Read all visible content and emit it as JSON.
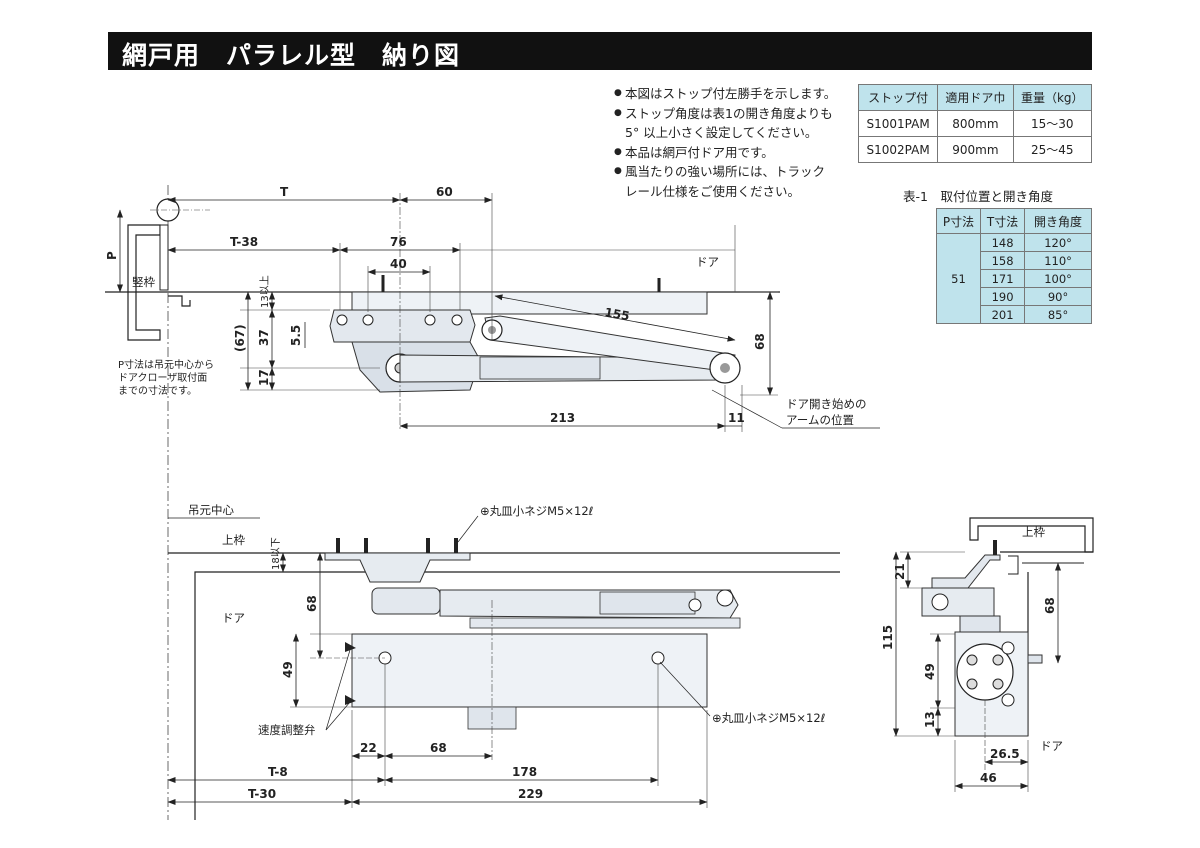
{
  "title": "網戸用　パラレル型　納り図",
  "notes": [
    "本図はストップ付左勝手を示します。",
    "ストップ角度は表1の開き角度よりも",
    "5° 以上小さく設定してください。",
    "本品は網戸付ドア用です。",
    "風当たりの強い場所には、トラック",
    "レール仕様をご使用ください。"
  ],
  "spec_table": {
    "headers": [
      "ストップ付",
      "適用ドア巾",
      "重量（kg）"
    ],
    "rows": [
      [
        "S1001PAM",
        "800mm",
        "15〜30"
      ],
      [
        "S1002PAM",
        "900mm",
        "25〜45"
      ]
    ]
  },
  "angle_table": {
    "caption": "表-1　取付位置と開き角度",
    "headers": [
      "P寸法",
      "T寸法",
      "開き角度"
    ],
    "p_value": "51",
    "rows": [
      [
        "148",
        "120°"
      ],
      [
        "158",
        "110°"
      ],
      [
        "171",
        "100°"
      ],
      [
        "190",
        "90°"
      ],
      [
        "201",
        "85°"
      ]
    ]
  },
  "top_view": {
    "dims": {
      "T": "T",
      "d60": "60",
      "T38": "T-38",
      "d76": "76",
      "d40": "40",
      "P": "P",
      "d13": "13以上",
      "d67": "(67)",
      "d37": "37",
      "d55": "5.5",
      "d17": "17",
      "d155": "155",
      "d68": "68",
      "d213": "213",
      "d11": "11"
    },
    "labels": {
      "frame": "竪枠",
      "door": "ドア",
      "p_note": [
        "P寸法は吊元中心から",
        "ドアクローザ取付面",
        "までの寸法です。"
      ],
      "arm_note": [
        "ドア開き始めの",
        "アームの位置"
      ]
    }
  },
  "front_view": {
    "dims": {
      "d18": "18以下",
      "d68": "68",
      "d49": "49",
      "d22": "22",
      "d68b": "68",
      "T8": "T-8",
      "d178": "178",
      "T30": "T-30",
      "d229": "229"
    },
    "labels": {
      "hinge_center": "吊元中心",
      "head_frame": "上枠",
      "door": "ドア",
      "screw_top": "⊕丸皿小ネジM5×12ℓ",
      "screw_bottom": "⊕丸皿小ネジM5×12ℓ",
      "valve": "速度調整弁"
    }
  },
  "side_view": {
    "dims": {
      "d21": "21",
      "d68": "68",
      "d115": "115",
      "d49": "49",
      "d13": "13",
      "d265": "26.5",
      "d46": "46"
    },
    "labels": {
      "head_frame": "上枠",
      "door": "ドア"
    }
  }
}
